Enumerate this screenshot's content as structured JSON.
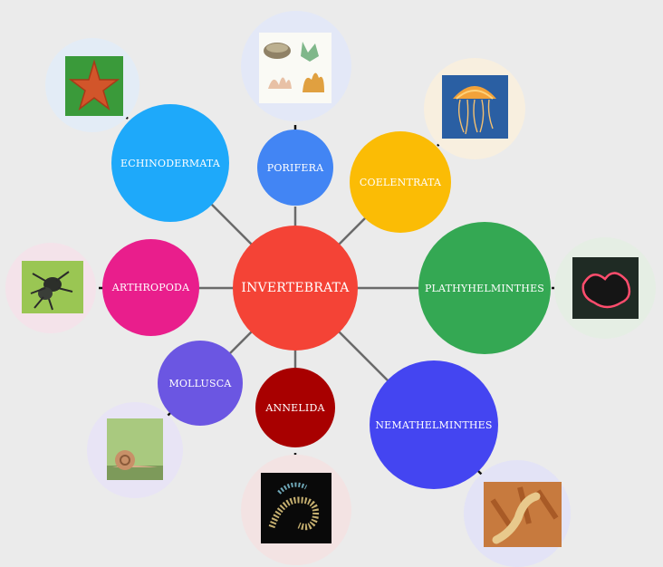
{
  "center": {
    "label": "INVERTEBRATA",
    "color": "#f44336"
  },
  "nodes": [
    {
      "id": "porifera",
      "label": "PORIFERA",
      "color": "#4285f4",
      "image": "sponges",
      "halo": "#e3e8f7"
    },
    {
      "id": "coelentrata",
      "label": "COELENTRATA",
      "color": "#fbbc05",
      "image": "jellyfish",
      "halo": "#f8efdf"
    },
    {
      "id": "plathyhelminthes",
      "label": "PLATHYHELMINTHES",
      "color": "#34a853",
      "image": "flatworm",
      "halo": "#e5eee4"
    },
    {
      "id": "nemathelminthes",
      "label": "NEMATHELMINTHES",
      "color": "#4445f1",
      "image": "roundworm",
      "halo": "#e3e3f6"
    },
    {
      "id": "annelida",
      "label": "ANNELIDA",
      "color": "#a80000",
      "image": "bristle-worm",
      "halo": "#f3e3e3"
    },
    {
      "id": "mollusca",
      "label": "MOLLUSCA",
      "color": "#6b56e2",
      "image": "snail",
      "halo": "#e8e4f5"
    },
    {
      "id": "arthropoda",
      "label": "ARTHROPODA",
      "color": "#e91e8c",
      "image": "spider",
      "halo": "#f4e3ea"
    },
    {
      "id": "echinodermata",
      "label": "ECHINODERMATA",
      "color": "#1ea9fa",
      "image": "starfish",
      "halo": "#e3ecf6"
    }
  ]
}
